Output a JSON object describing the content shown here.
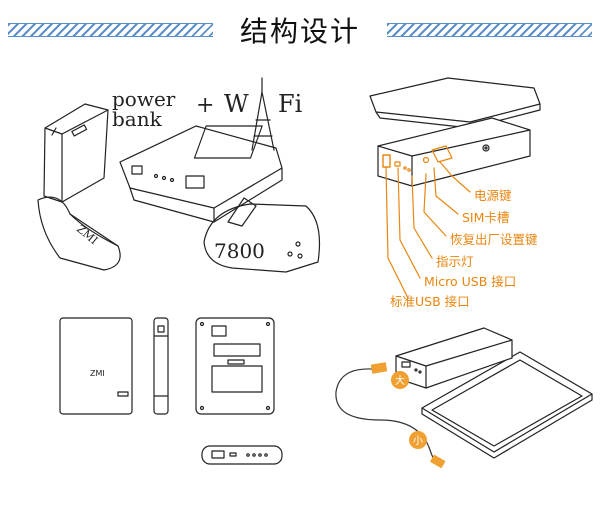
{
  "page": {
    "title": "结构设计"
  },
  "sketch": {
    "word1": "power",
    "word2": "bank",
    "plus": "+",
    "word3": "W",
    "word4": "Fi",
    "capacity": "7800",
    "logo": "ZMI"
  },
  "callouts": [
    {
      "text": "电源键"
    },
    {
      "text": "SIM卡槽"
    },
    {
      "text": "恢复出厂设置键"
    },
    {
      "text": "指示灯"
    },
    {
      "text": "Micro USB 接口"
    },
    {
      "text": "标准USB 接口"
    }
  ],
  "cable": {
    "big_label": "大",
    "small_label": "小"
  },
  "orthographic": {
    "logo": "ZMI"
  },
  "colors": {
    "accent": "#e9860f",
    "header_stripe": "#5b8fc9",
    "badge": "#f0a030"
  }
}
